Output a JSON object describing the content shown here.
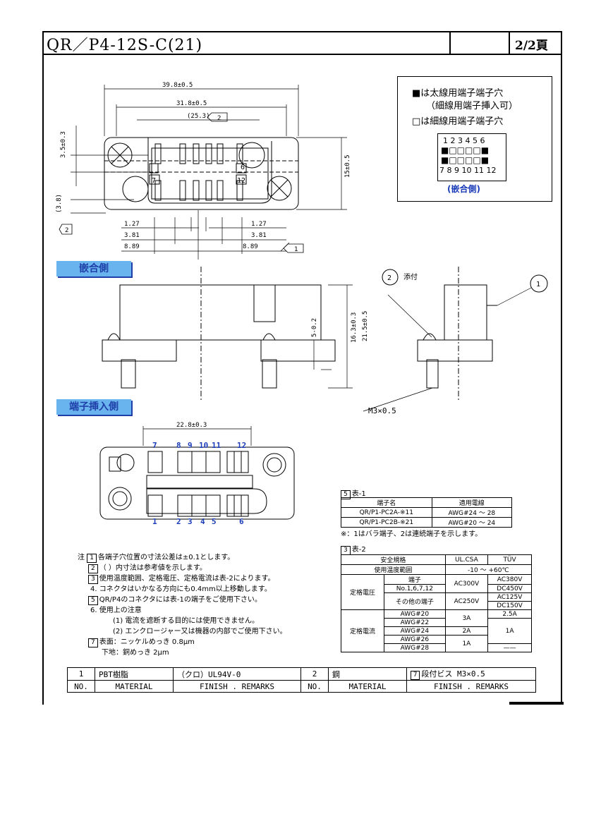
{
  "header": {
    "title": "QR／P4-12S-C(21)",
    "page": "2/2頁"
  },
  "legend": {
    "line1": "■は太線用端子端子穴",
    "line2": "（細線用端子挿入可）",
    "line3": "□は細線用端子端子穴",
    "top_numbers": "1 2 3 4 5 6",
    "bottom_numbers": "7 8 9 10 11 12",
    "caption": "(嵌合側)"
  },
  "sections": {
    "mating_side": "嵌合側",
    "insertion_side": "端子挿入側"
  },
  "dims": {
    "d1": "39.8±0.5",
    "d2": "31.8±0.5",
    "d3": "(25.3)",
    "d4": "3.5±0.3",
    "d5": "(3.8)",
    "d6": "15±0.5",
    "d7": "1.27",
    "d8": "3.81",
    "d9": "8.89",
    "d10": "16.3±0.3",
    "d11": "21.5±0.5",
    "d12": "5-0.2",
    "d13": "22.8±0.3",
    "attach": "添付",
    "screw": "M3×0.5",
    "pin6": "6",
    "pin7": "7",
    "pin12": "12"
  },
  "pin_labels_top": [
    "7",
    "8",
    "9",
    "10",
    "11",
    "12"
  ],
  "pin_labels_bottom": [
    "1",
    "2",
    "3",
    "4",
    "5",
    "6"
  ],
  "balloons": {
    "b1": "1",
    "b2": "2",
    "tri1": "1",
    "tri2": "2",
    "tri5": "5",
    "tri3": "3",
    "tri7": "7"
  },
  "notes": {
    "prefix": "注",
    "n1": "各端子穴位置の寸法公差は±0.1とします。",
    "n2": "（ ）内寸法は参考値を示します。",
    "n3": "使用温度範囲、定格電圧、定格電流は表-2によります。",
    "n4": "4.  コネクタはいかなる方向にも0.4mm以上移動します。",
    "n5": "QR/P4のコネクタには表-1の端子をご使用下さい。",
    "n6": "6.  使用上の注意",
    "n6a": "(1) 電流を遮断する目的には使用できません。",
    "n6b": "(2) エンクロージャー又は機器の内部でご使用下さい。",
    "n7a": "表面：ニッケルめっき  0.8μm",
    "n7b": "下地：銅めっき         2μm"
  },
  "table1": {
    "title": "表-1",
    "headers": [
      "端子名",
      "適用電線"
    ],
    "rows": [
      [
        "QR/P1-PC2A-※11",
        "AWG#24 ～ 28"
      ],
      [
        "QR/P1-PC2B-※21",
        "AWG#20 ～ 24"
      ]
    ],
    "note": "※：1はバラ端子、2は連続端子を示します。"
  },
  "table2": {
    "title": "表-2",
    "std": "安全規格",
    "ul": "UL.CSA",
    "tuv": "TÜV",
    "temp_label": "使用温度範囲",
    "temp_value": "-10 ～ +60℃",
    "voltage": "定格電圧",
    "terminal": "端子",
    "terminal_no": "No.1,6,7,12",
    "other": "その他の端子",
    "v1": "AC300V",
    "v2": "AC380V",
    "v3": "DC450V",
    "v4": "AC250V",
    "v5": "AC125V",
    "v6": "DC150V",
    "current": "定格電流",
    "awg": [
      "AWG#20",
      "AWG#22",
      "AWG#24",
      "AWG#26",
      "AWG#28"
    ],
    "i1": "3A",
    "i2": "2A",
    "i3": "1A",
    "i4": "2.5A",
    "i5": "1A",
    "i6": "——"
  },
  "materials": {
    "r1": [
      "1",
      "PBT樹脂",
      "（クロ）UL94V-0",
      "2",
      "鋼",
      "段付ビス M3×0.5"
    ],
    "r2": [
      "NO.",
      "MATERIAL",
      "FINISH . REMARKS",
      "NO.",
      "MATERIAL",
      "FINISH . REMARKS"
    ]
  }
}
